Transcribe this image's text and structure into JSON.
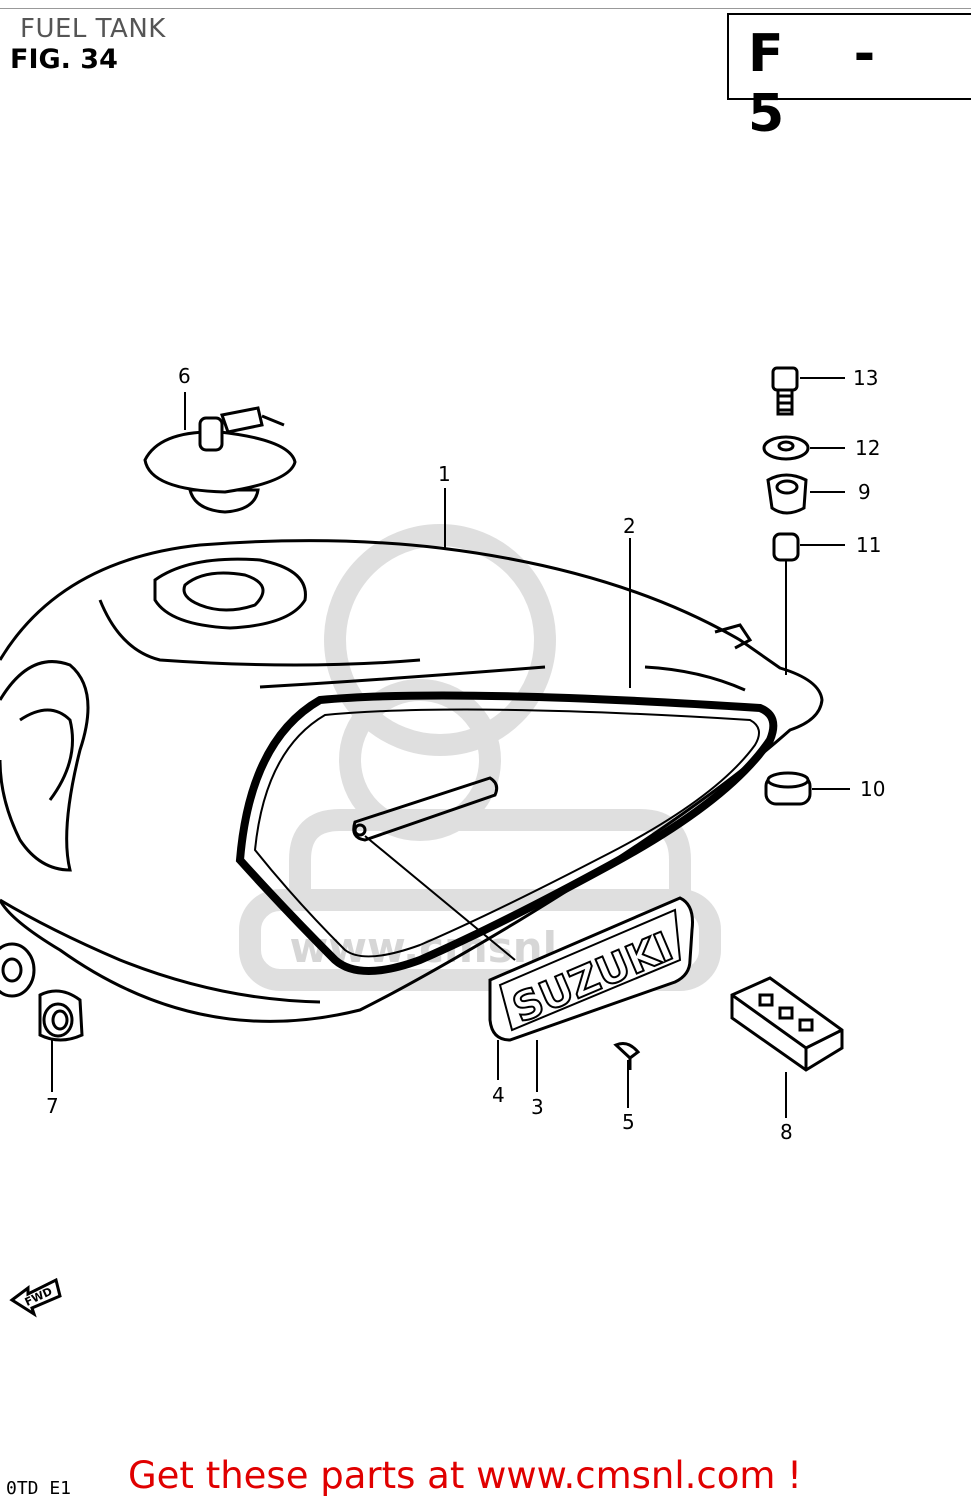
{
  "header": {
    "section_title": "FUEL TANK",
    "figure": "FIG. 34",
    "page_code": "F - 5"
  },
  "callouts": {
    "c1": "1",
    "c2": "2",
    "c3": "3",
    "c4": "4",
    "c5": "5",
    "c6": "6",
    "c7": "7",
    "c8": "8",
    "c9": "9",
    "c10": "10",
    "c11": "11",
    "c12": "12",
    "c13": "13"
  },
  "emblem_text": "SUZUKI",
  "watermark_text": "www.cmsnl.com",
  "forward_marker": "FWD",
  "footer": {
    "drawing_code": "0TD E1",
    "promo": "Get these parts at www.cmsnl.com !"
  },
  "colors": {
    "line": "#000000",
    "watermark": "#d9d9d9",
    "promo": "#e00000"
  }
}
